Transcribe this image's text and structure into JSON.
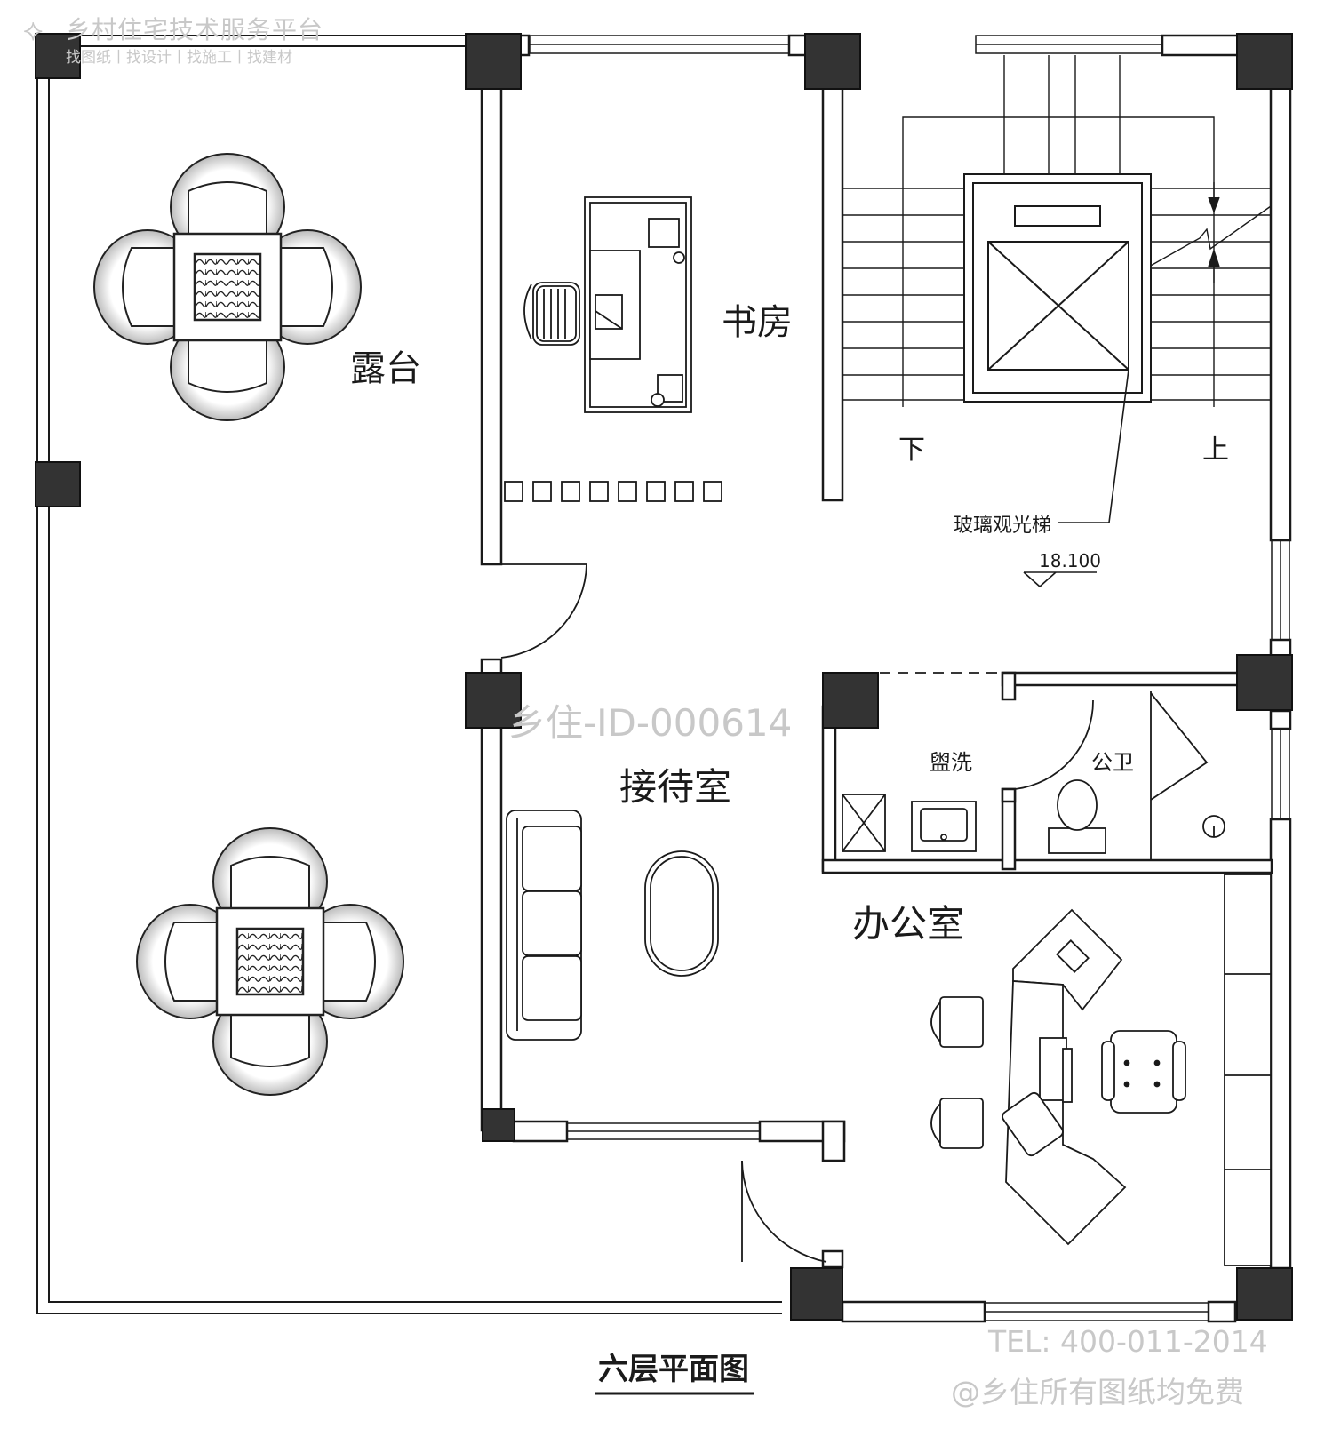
{
  "watermark": {
    "platform": "乡村住宅技术服务平台",
    "tagline": "找图纸丨找设计丨找施工丨找建材",
    "id_mark": "乡住-ID-000614",
    "tel": "TEL: 400-011-2014",
    "free_note": "@乡住所有图纸均免费"
  },
  "rooms": {
    "terrace": "露台",
    "study": "书房",
    "reception": "接待室",
    "office": "办公室",
    "washroom": "盥洗",
    "toilet": "公卫"
  },
  "stairs": {
    "down": "下",
    "up": "上",
    "elevator_label": "玻璃观光梯",
    "elevation": "18.100"
  },
  "drawing_title": "六层平面图",
  "colors": {
    "line": "#1a1a1a",
    "column": "#333333",
    "watermark": "#c8c8c8"
  }
}
